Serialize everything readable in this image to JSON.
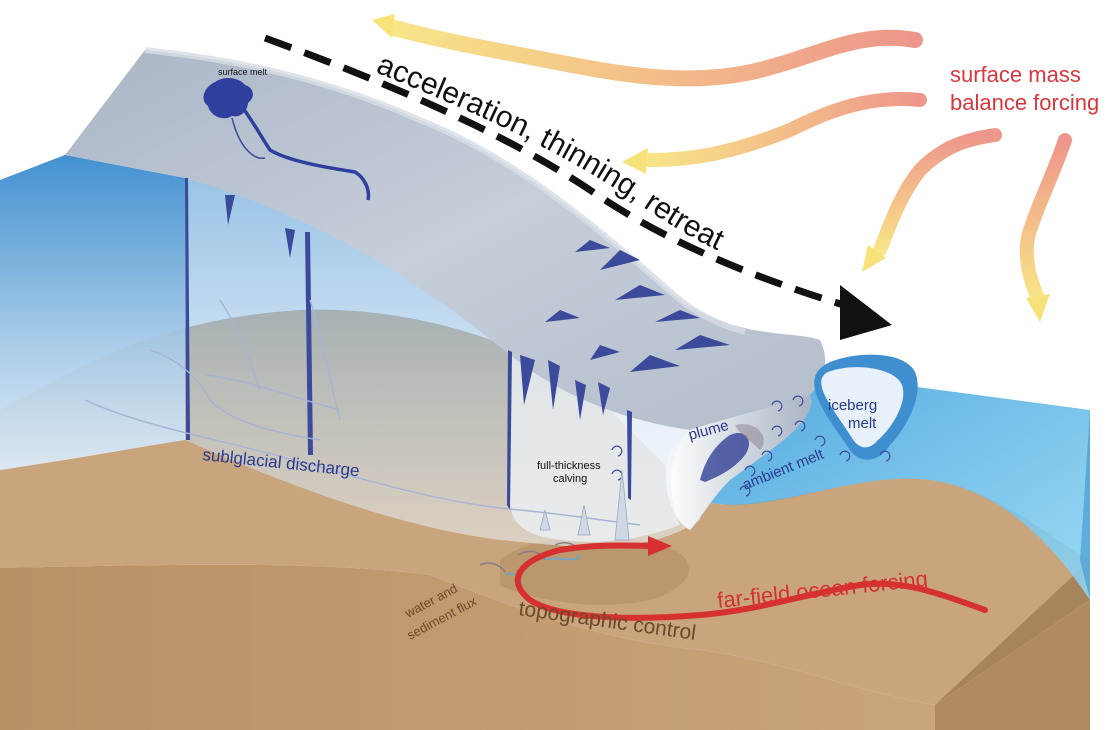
{
  "labels": {
    "surface_melt": "surface melt",
    "acceleration": "acceleration, thinning, retreat",
    "smb_line1": "surface mass",
    "smb_line2": "balance forcing",
    "subglacial": "sublglacial discharge",
    "calving_line1": "full-thickness",
    "calving_line2": "calving",
    "plume": "plume",
    "ambient_melt": "ambient melt",
    "iceberg_line1": "iceberg",
    "iceberg_line2": "melt",
    "water_line1": "water and",
    "water_line2": "sediment flux",
    "topographic": "topographic control",
    "far_field": "far-field ocean forcing"
  },
  "colors": {
    "ice_top": "#b9c4d2",
    "ice_face_blue": "#3d8ed0",
    "ice_crevasse": "#3b4a9a",
    "meltwater": "#2e3f9e",
    "ocean": "#5fb6e6",
    "bed": "#c8a57c",
    "bed_dark": "#a17c53",
    "forcing_red": "#d63030",
    "label_red": "#d9363e",
    "label_blue": "#2a3a8f",
    "label_brown": "#6b4a2b",
    "arrow_yellow": "#f7dc6f",
    "arrow_salmon": "#ec8f80"
  }
}
